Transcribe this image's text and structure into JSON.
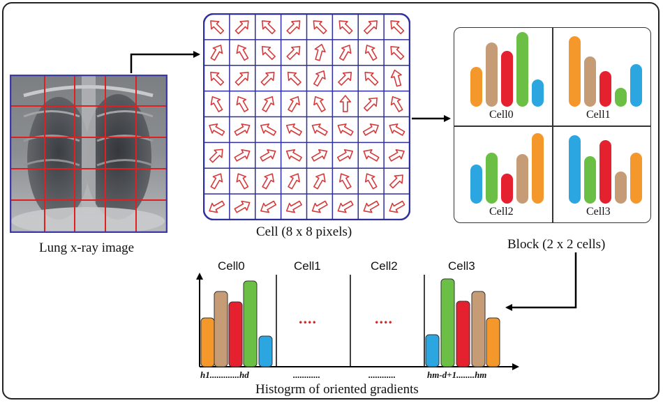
{
  "xray": {
    "caption": "Lung x-ray image"
  },
  "cell_grid": {
    "caption": "Cell (8 x 8 pixels)",
    "grid_color": "#2e2e9e",
    "arrow_color": "#d63a3a"
  },
  "block": {
    "caption": "Block (2 x 2 cells)",
    "cells": [
      {
        "label": "Cell0"
      },
      {
        "label": "Cell1"
      },
      {
        "label": "Cell2"
      },
      {
        "label": "Cell3"
      }
    ]
  },
  "histogram": {
    "caption": "Histogrm of oriented gradients",
    "sections": [
      "Cell0",
      "Cell1",
      "Cell2",
      "Cell3"
    ],
    "ellipsis": "....",
    "axis_labels": [
      "h1.............hd",
      "............",
      "............",
      "hm-d+1........hm"
    ]
  },
  "colors": {
    "orange": "#f4982c",
    "tan": "#c69c77",
    "red": "#e5212f",
    "green": "#6cbf45",
    "blue": "#2ca6e0"
  }
}
